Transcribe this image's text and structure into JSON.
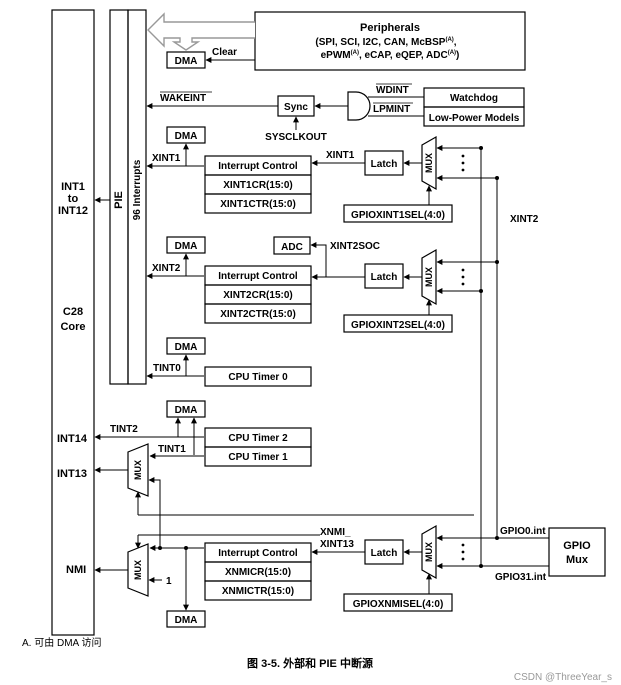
{
  "core": {
    "int1_line1": "INT1",
    "int1_line2": "to",
    "int1_line3": "INT12",
    "c28_line1": "C28",
    "c28_line2": "Core",
    "int14": "INT14",
    "int13": "INT13",
    "nmi": "NMI"
  },
  "pie": {
    "label": "PIE",
    "interrupts": "96 Interrupts"
  },
  "peripherals": {
    "title": "Peripherals",
    "line1": "(SPI, SCI, I2C, CAN, McBSP",
    "line1_sup": "(A)",
    "line2a": "ePWM",
    "line2a_sup": "(A)",
    "line2b": ", eCAP, eQEP, ADC",
    "line2b_sup": "(A)",
    "line2c": ")"
  },
  "dma_label": "DMA",
  "clear_label": "Clear",
  "wakeint": "WAKEINT",
  "sync": "Sync",
  "sysclkout": "SYSCLKOUT",
  "wdint": "WDINT",
  "lpmint": "LPMINT",
  "watchdog": "Watchdog",
  "low_power": "Low-Power Models",
  "xint1": {
    "signal": "XINT1",
    "interrupt_control": "Interrupt Control",
    "cr": "XINT1CR(15:0)",
    "ctr": "XINT1CTR(15:0)",
    "sel": "GPIOXINT1SEL(4:0)"
  },
  "xint2": {
    "signal": "XINT2",
    "interrupt_control": "Interrupt Control",
    "cr": "XINT2CR(15:0)",
    "ctr": "XINT2CTR(15:0)",
    "sel": "GPIOXINT2SEL(4:0)",
    "adc": "ADC",
    "soc": "XINT2SOC"
  },
  "latch": "Latch",
  "mux": "MUX",
  "tint0": "TINT0",
  "tint1": "TINT1",
  "tint2": "TINT2",
  "cpu_timer0": "CPU Timer 0",
  "cpu_timer1": "CPU Timer 1",
  "cpu_timer2": "CPU Timer 2",
  "xnmi": {
    "signal_line1": "XNMI_",
    "signal_line2": "XINT13",
    "interrupt_control": "Interrupt Control",
    "cr": "XNMICR(15:0)",
    "ctr": "XNMICTR(15:0)",
    "sel": "GPIOXNMISEL(4:0)"
  },
  "mux_one": "1",
  "gpio0": "GPIO0.int",
  "gpio31": "GPIO31.int",
  "gpio_mux_line1": "GPIO",
  "gpio_mux_line2": "Mux",
  "note": "A.    可由 DMA 访问",
  "caption": "图 3-5. 外部和 PIE 中断源",
  "watermark": "CSDN @ThreeYear_s"
}
